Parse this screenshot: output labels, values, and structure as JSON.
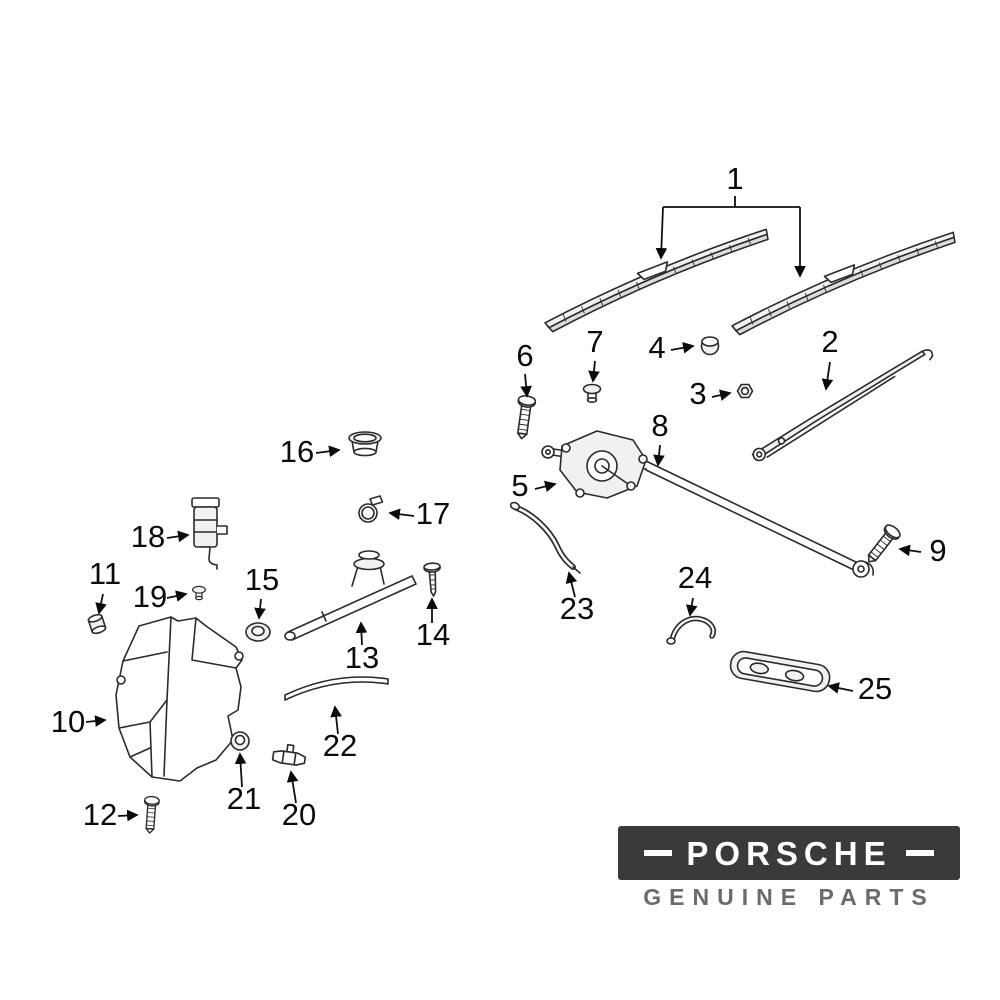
{
  "diagram": {
    "callouts": [
      {
        "label": "1"
      },
      {
        "label": "2"
      },
      {
        "label": "3"
      },
      {
        "label": "4"
      },
      {
        "label": "5"
      },
      {
        "label": "6"
      },
      {
        "label": "7"
      },
      {
        "label": "8"
      },
      {
        "label": "9"
      },
      {
        "label": "10"
      },
      {
        "label": "11"
      },
      {
        "label": "12"
      },
      {
        "label": "13"
      },
      {
        "label": "14"
      },
      {
        "label": "15"
      },
      {
        "label": "16"
      },
      {
        "label": "17"
      },
      {
        "label": "18"
      },
      {
        "label": "19"
      },
      {
        "label": "20"
      },
      {
        "label": "21"
      },
      {
        "label": "22"
      },
      {
        "label": "23"
      },
      {
        "label": "24"
      },
      {
        "label": "25"
      }
    ]
  },
  "brand": {
    "logo_text": "PORSCHE",
    "subtitle": "GENUINE PARTS"
  },
  "colors": {
    "line": "#2b2b2b",
    "background": "#ffffff",
    "logo_background": "#3a3a3a",
    "logo_text_color": "#ffffff",
    "subtitle_color": "#6b6b6b"
  }
}
